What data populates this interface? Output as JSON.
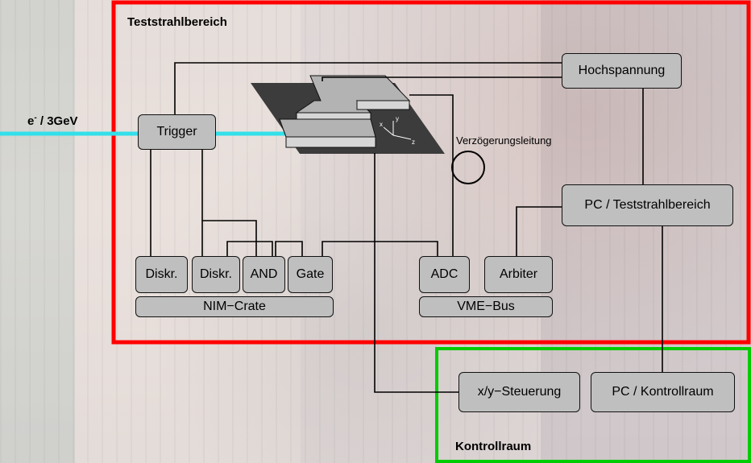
{
  "regions": {
    "test_beam": "Teststrahlbereich",
    "control_room": "Kontrollraum"
  },
  "beam": {
    "label_e": "e",
    "label_sup": "-",
    "label_rest": " / 3GeV"
  },
  "boxes": {
    "trigger": "Trigger",
    "high_voltage": "Hochspannung",
    "pc_test": "PC / Teststrahlbereich",
    "discr1": "Diskr.",
    "discr2": "Diskr.",
    "and": "AND",
    "gate": "Gate",
    "adc": "ADC",
    "arbiter": "Arbiter",
    "nim_crate": "NIM−Crate",
    "vme_bus": "VME−Bus",
    "xy_control": "x/y−Steuerung",
    "pc_control": "PC / Kontrollraum"
  },
  "delay_line": "Verzögerungsleitung",
  "axes": {
    "x": "x",
    "y": "y",
    "z": "z"
  },
  "colors": {
    "test_area": "#ff0000",
    "control_area": "#00cc00",
    "beam": "#33e0ea"
  }
}
